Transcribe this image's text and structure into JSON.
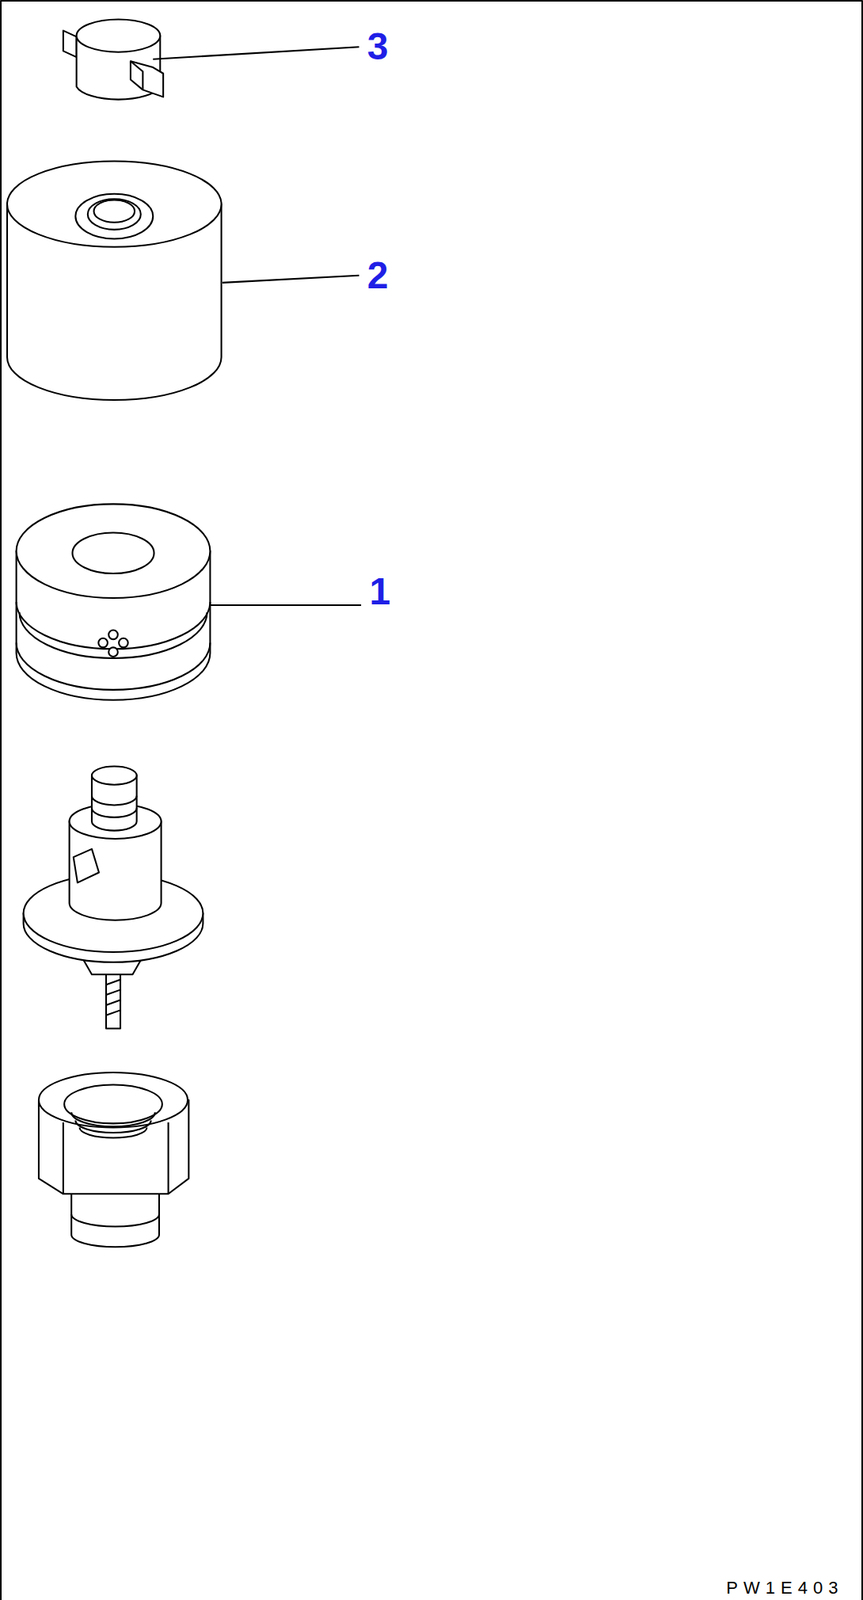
{
  "diagram": {
    "labels": [
      "3",
      "2",
      "1",
      "PW1E403"
    ]
  }
}
